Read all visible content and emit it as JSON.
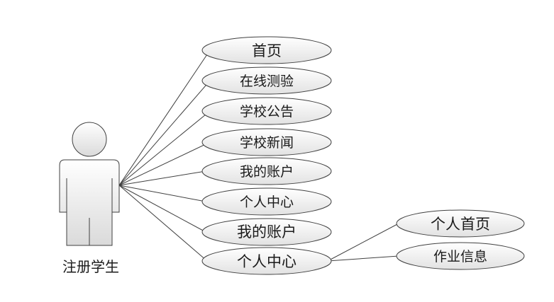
{
  "actor": {
    "label": "注册学生"
  },
  "use_cases": [
    {
      "label": "首页"
    },
    {
      "label": "在线测验"
    },
    {
      "label": "学校公告"
    },
    {
      "label": "学校新闻"
    },
    {
      "label": "我的账户"
    },
    {
      "label": "个人中心"
    },
    {
      "label": "我的账户"
    },
    {
      "label": "个人中心"
    }
  ],
  "sub_use_cases": [
    {
      "label": "个人首页"
    },
    {
      "label": "作业信息"
    }
  ],
  "colors": {
    "ellipse_fill_top": "#ffffff",
    "ellipse_fill_bottom": "#e4e4e4",
    "stroke": "#404040",
    "actor_fill_bottom": "#dcdcdc"
  }
}
